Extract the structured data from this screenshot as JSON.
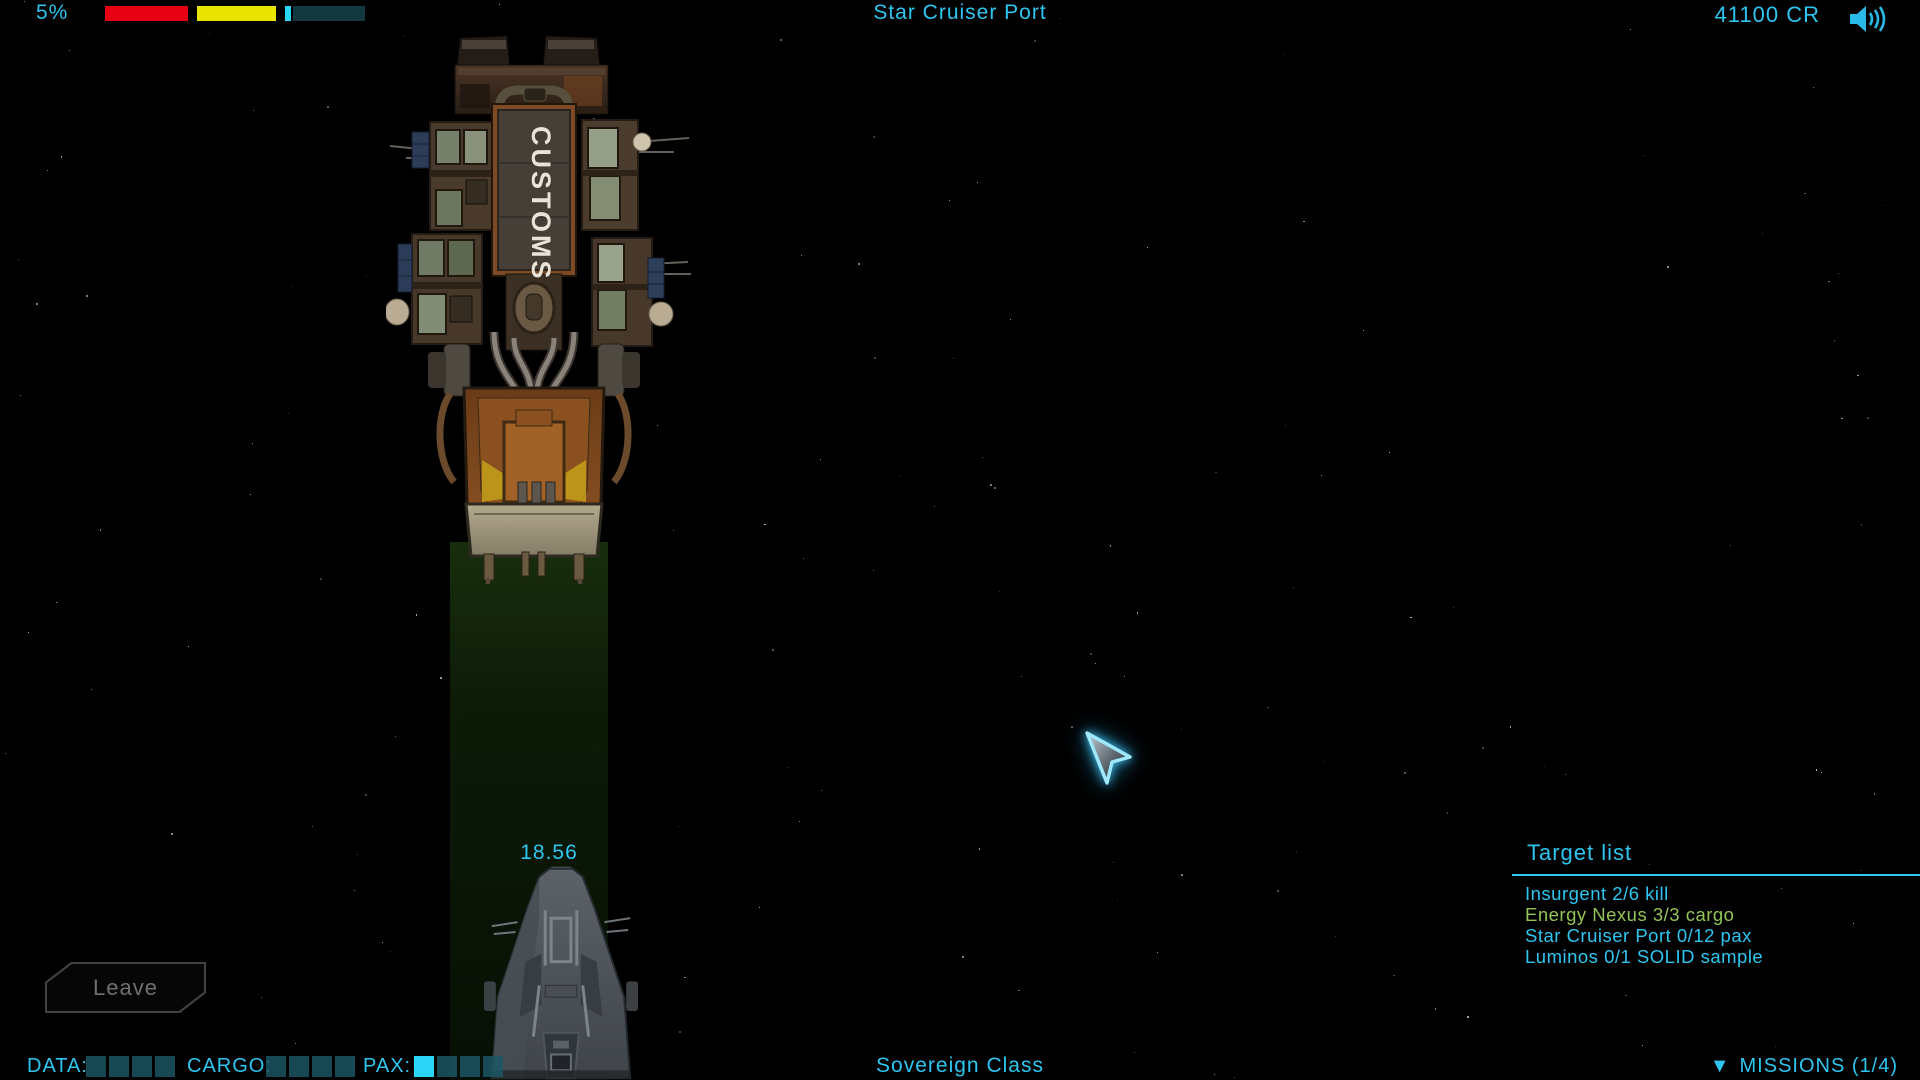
{
  "colors": {
    "accent_cyan": "#2ec6f0",
    "bright_cyan": "#2bd5f5",
    "mission_green": "#93c457",
    "bar_red": "#e60012",
    "bar_yellow": "#e8e400",
    "bar_teal_track": "#11393f",
    "slot_teal": "#1b5765"
  },
  "top_bar": {
    "energy_percent": "5%",
    "location_title": "Star Cruiser Port",
    "credits": "41100 CR"
  },
  "status_bars": [
    {
      "name": "hull",
      "percent": 100,
      "color": "#e60012"
    },
    {
      "name": "shield",
      "percent": 100,
      "color": "#e8e400"
    },
    {
      "name": "energy",
      "percent": 5,
      "color": "#29d8f8",
      "track": "#11393f"
    }
  ],
  "scene": {
    "station_sign": "CUSTOMS",
    "distance_readout": "18.56"
  },
  "target_list": {
    "title": "Target list",
    "items": [
      {
        "text": "Insurgent 2/6 kill",
        "color": "cyan"
      },
      {
        "text": "Energy Nexus 3/3 cargo",
        "color": "green"
      },
      {
        "text": "Star Cruiser Port 0/12 pax",
        "color": "cyan"
      },
      {
        "text": "Luminos 0/1 SOLID sample",
        "color": "cyan"
      }
    ]
  },
  "bottom_bar": {
    "data_label": "DATA:",
    "cargo_label": "CARGO:",
    "pax_label": "PAX:",
    "slots": {
      "data": {
        "total": 4,
        "filled": 0
      },
      "cargo": {
        "total": 4,
        "filled": 0
      },
      "pax": {
        "total": 4,
        "filled": 1
      }
    },
    "ship_class": "Sovereign Class",
    "missions_arrow": "▼",
    "missions_label": "MISSIONS (1/4)"
  },
  "buttons": {
    "leave": "Leave"
  }
}
